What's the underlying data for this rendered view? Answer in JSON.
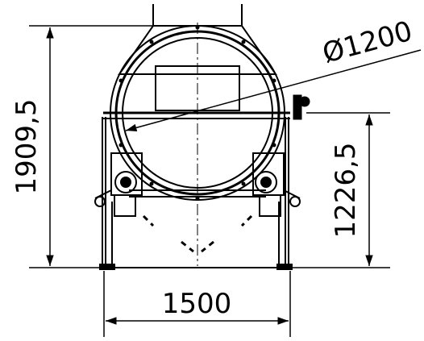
{
  "drawing": {
    "dimensions": {
      "diameter": "Ø1200",
      "overall_height": "1909,5",
      "axis_height": "1226,5",
      "width": "1500"
    }
  },
  "colors": {
    "line": "#000000",
    "background": "#ffffff"
  }
}
